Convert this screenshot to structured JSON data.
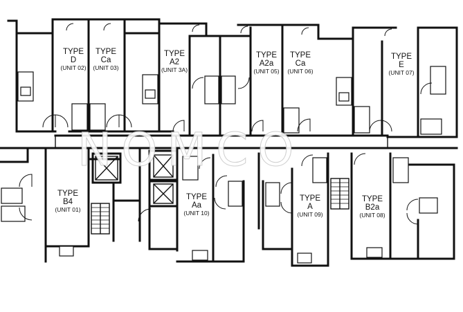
{
  "watermark": "NOMCO",
  "units": [
    {
      "type_line1": "TYPE",
      "type_line2": "D",
      "unit": "(UNIT 02)"
    },
    {
      "type_line1": "TYPE",
      "type_line2": "Ca",
      "unit": "(UNIT 03)"
    },
    {
      "type_line1": "TYPE",
      "type_line2": "A2",
      "unit": "(UNIT 3A)"
    },
    {
      "type_line1": "TYPE",
      "type_line2": "A2a",
      "unit": "(UNIT 05)"
    },
    {
      "type_line1": "TYPE",
      "type_line2": "Ca",
      "unit": "(UNIT 06)"
    },
    {
      "type_line1": "TYPE",
      "type_line2": "E",
      "unit": "(UNIT 07)"
    },
    {
      "type_line1": "TYPE",
      "type_line2": "B4",
      "unit": "(UNIT 01)"
    },
    {
      "type_line1": "TYPE",
      "type_line2": "Aa",
      "unit": "(UNIT 10)"
    },
    {
      "type_line1": "TYPE",
      "type_line2": "A",
      "unit": "(UNIT 09)"
    },
    {
      "type_line1": "TYPE",
      "type_line2": "B2a",
      "unit": "(UNIT 08)"
    }
  ]
}
